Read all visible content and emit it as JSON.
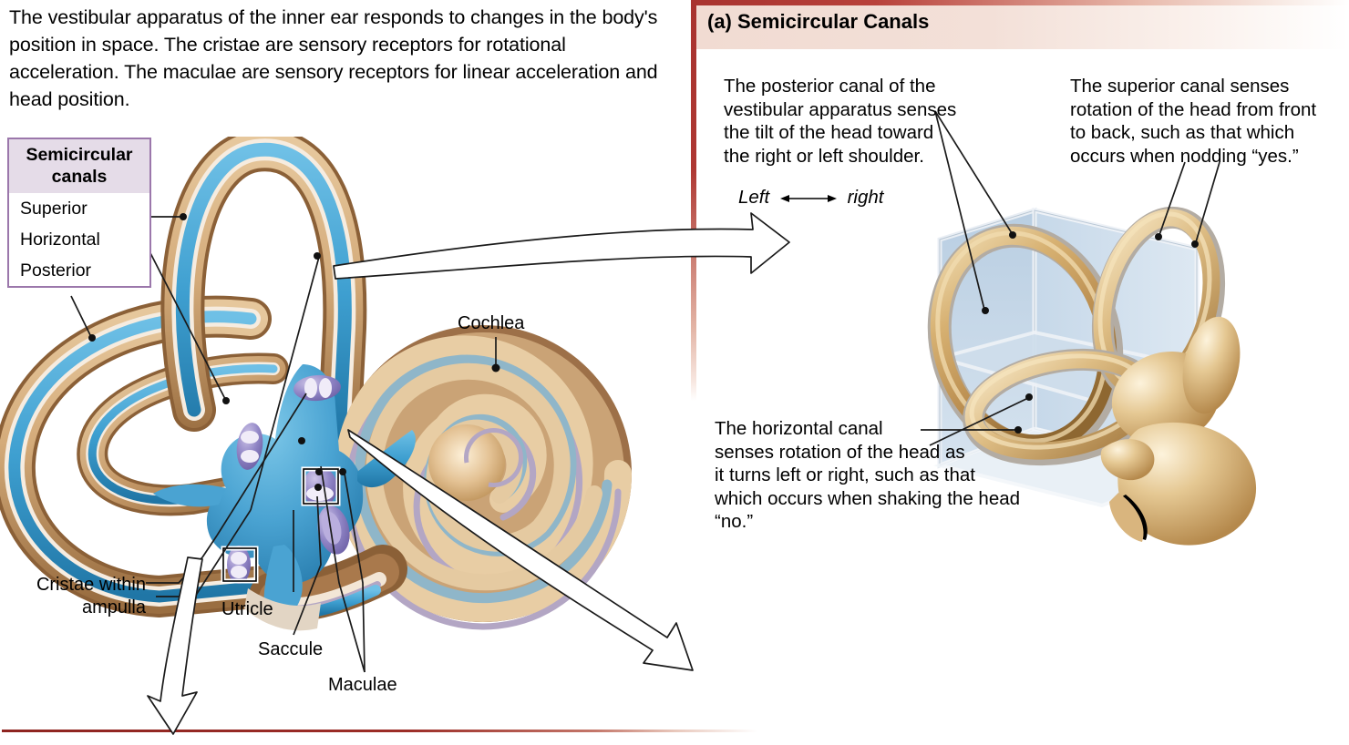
{
  "intro": {
    "paragraph": "The vestibular apparatus of the inner ear responds to changes in the body's position in space. The cristae are sensory receptors for rotational acceleration. The maculae are sensory receptors for linear acceleration and head position."
  },
  "legend": {
    "title": "Semicircular canals",
    "title_line1": "Semicircular",
    "title_line2": "canals",
    "items": [
      {
        "label": "Superior"
      },
      {
        "label": "Horizontal"
      },
      {
        "label": "Posterior"
      }
    ]
  },
  "left_labels": {
    "cochlea": "Cochlea",
    "cristae_line1": "Cristae within",
    "cristae_line2": "ampulla",
    "utricle": "Utricle",
    "saccule": "Saccule",
    "maculae": "Maculae"
  },
  "right_panel": {
    "header": "(a) Semicircular Canals",
    "posterior_note": "The posterior canal of the vestibular apparatus senses the tilt of the head toward the right or left shoulder.",
    "posterior_note_lines": [
      "The posterior canal of the",
      "vestibular apparatus senses",
      "the tilt of the head toward",
      "the right or left shoulder."
    ],
    "axis_note": "Left ⟷ right",
    "axis_left": "Left",
    "axis_right": "right",
    "superior_note": "The superior canal senses rotation of the head from front to back, such as that which occurs when nodding “yes.”",
    "superior_note_lines": [
      "The superior canal senses",
      "rotation of the head from front",
      "to back, such as that which",
      "occurs when nodding “yes.”"
    ],
    "horizontal_note": "The horizontal canal senses rotation of the head as it turns left or right, such as that which occurs when shaking the head “no.”",
    "horizontal_note_lines": [
      "The horizontal canal",
      "senses rotation of the head as",
      "it turns left or right, such as that",
      "which occurs when shaking the head",
      "“no.”"
    ]
  },
  "colors": {
    "panel_accent_red": "#a8332f",
    "panel_header_bg": "#f2ddd6",
    "legend_border_purple": "#9b77ab",
    "legend_header_bg": "#e5dce8",
    "bone_tan": "#d8b183",
    "bone_dark": "#8b6037",
    "endolymph_blue": "#3e9fd0",
    "crista_purple": "#8b7fc0",
    "canal_gold": "#c9a063",
    "plane_blue": "#c3d6e8",
    "cochlea_band_blue": "#8fb6c9",
    "cochlea_band_purple": "#b3a6c4"
  }
}
